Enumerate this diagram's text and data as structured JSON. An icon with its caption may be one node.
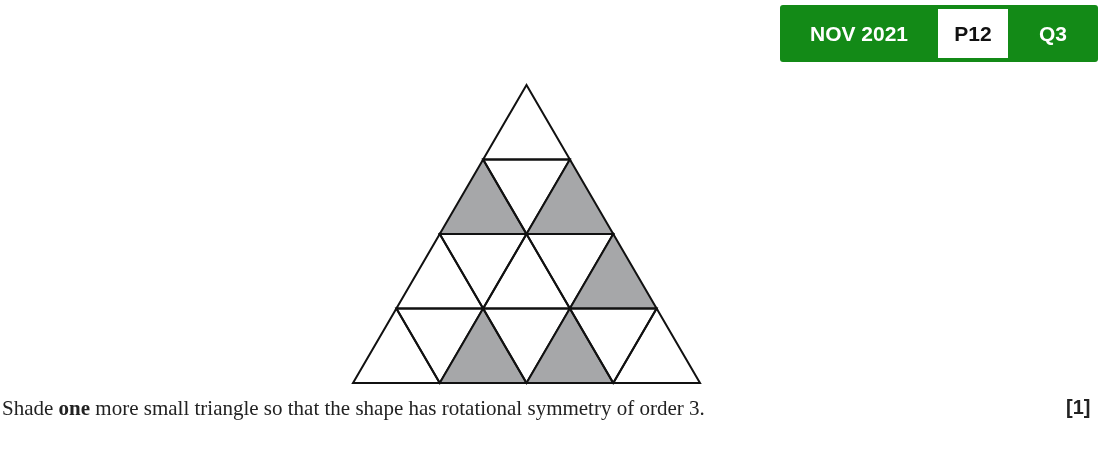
{
  "diagram": {
    "labels": [
      "NOV 2021",
      "P12",
      "Q3",
      "Shade **one** more small triangle so that the shape has rotational symmetry of order 3.",
      "[1]"
    ]
  }
}
